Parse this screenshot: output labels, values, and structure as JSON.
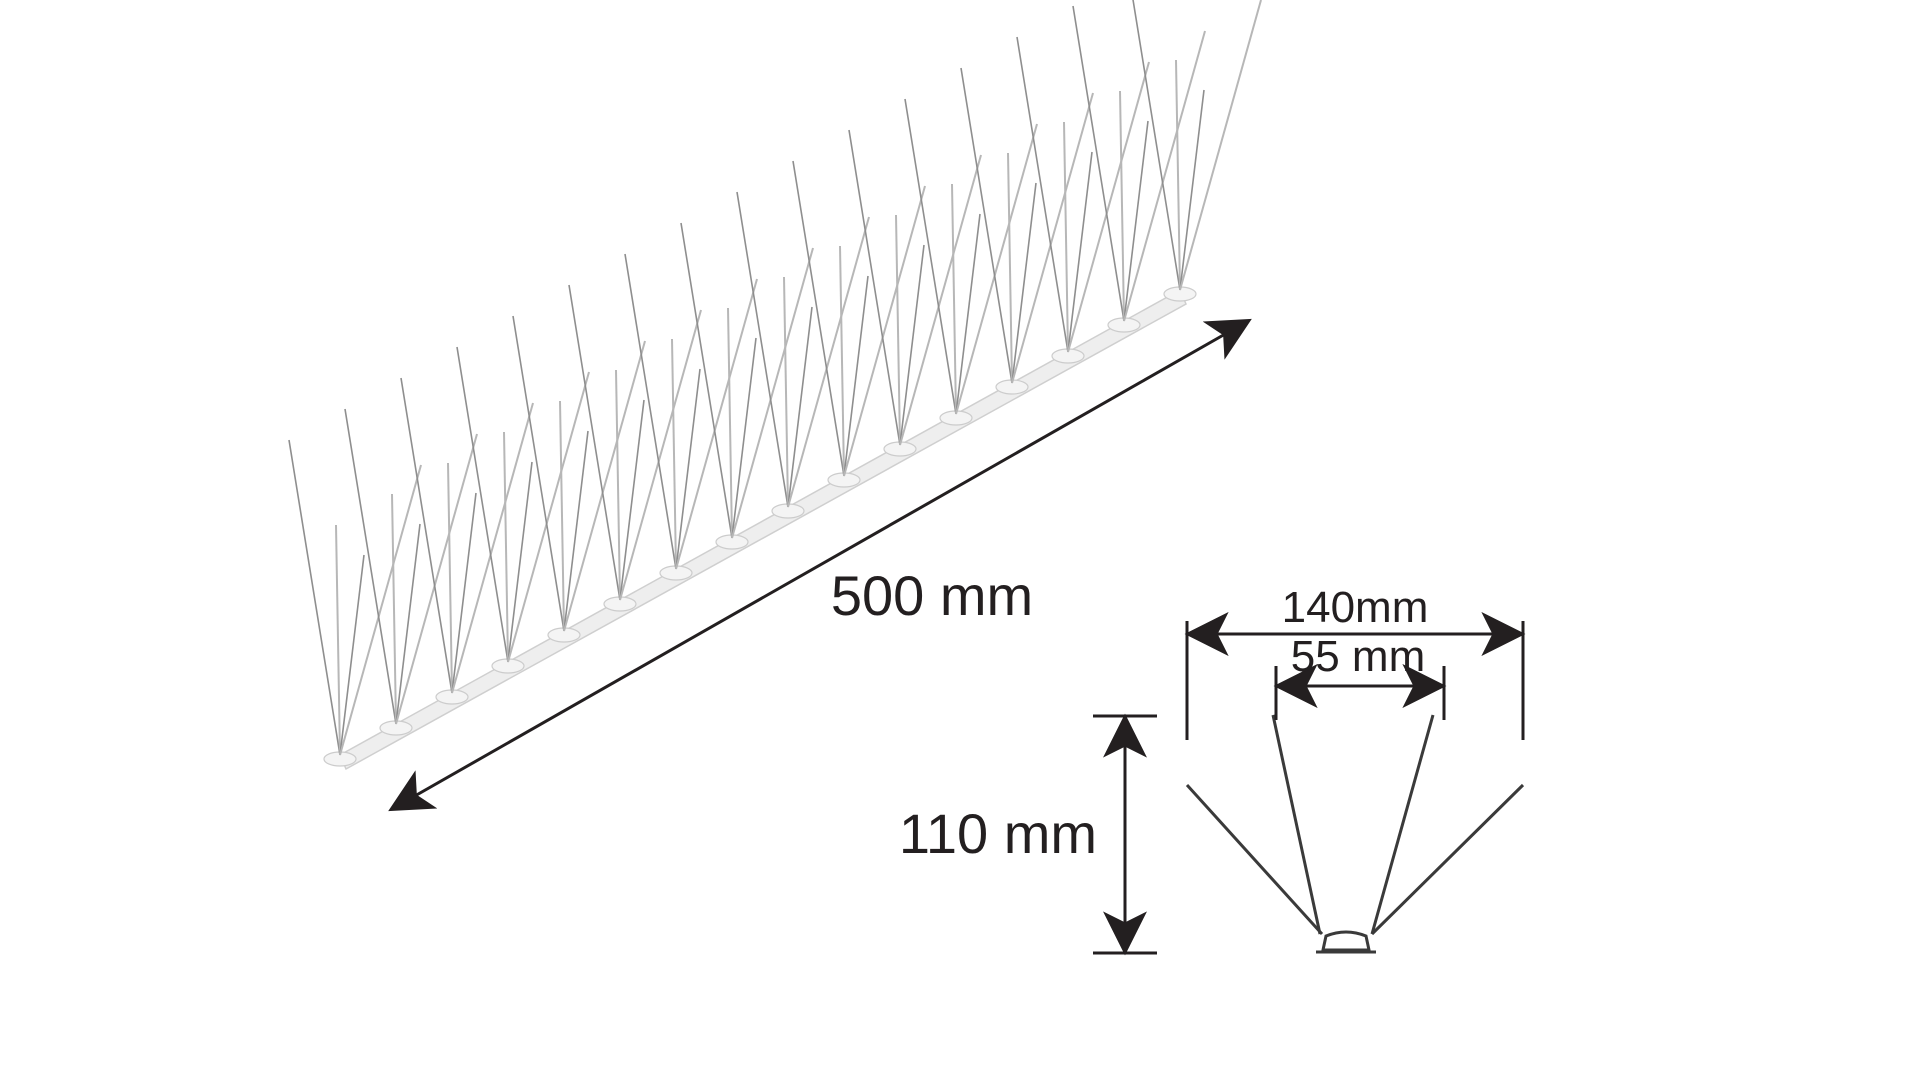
{
  "labels": {
    "length": "500 mm",
    "outer_width": "140mm",
    "inner_width": "55 mm",
    "height": "110 mm"
  },
  "colors": {
    "ink": "#231f20",
    "spike": "#b7b7b7",
    "base": "#eeeeee"
  }
}
